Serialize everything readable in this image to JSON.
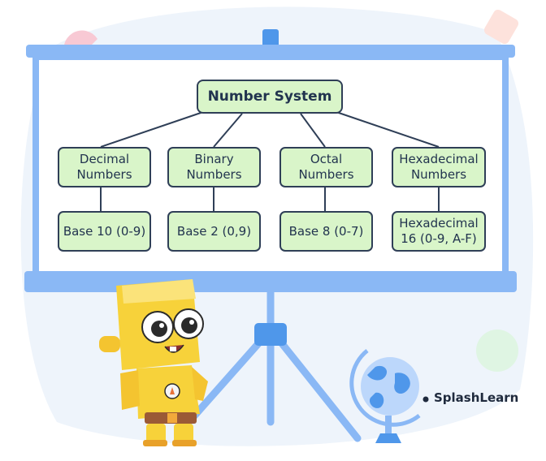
{
  "diagram": {
    "root": "Number System",
    "categories": [
      {
        "name": "Decimal\nNumbers",
        "detail": "Base 10 (0-9)"
      },
      {
        "name": "Binary\nNumbers",
        "detail": "Base 2 (0,9)"
      },
      {
        "name": "Octal\nNumbers",
        "detail": "Base 8 (0-7)"
      },
      {
        "name": "Hexadecimal\nNumbers",
        "detail": "Hexadecimal\n16 (0-9, A-F)"
      }
    ]
  },
  "brand": {
    "name": "SplashLearn",
    "logo": "splashlearn-logo"
  },
  "colors": {
    "node_fill": "#d9f5c9",
    "node_border": "#2f3f57",
    "screen_frame": "#8ab8f5",
    "screen_fill": "#ffffff",
    "tripod": "#8ab8f5",
    "mascot": "#f7d23a",
    "blob": "#eef4fb"
  },
  "decor": {
    "mascot": "yellow-robot-mascot",
    "globe": "globe-icon",
    "board": "projector-screen"
  }
}
